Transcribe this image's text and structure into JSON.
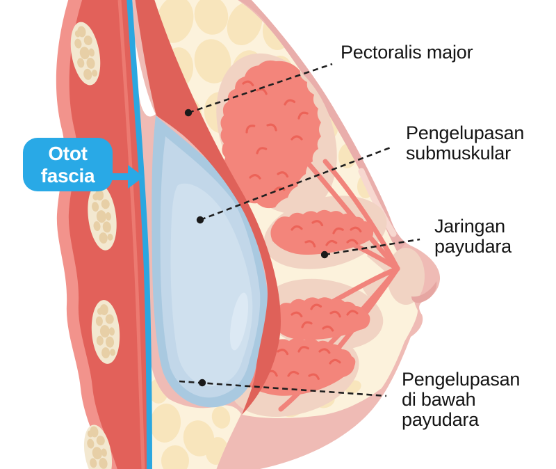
{
  "figure_type": "breast-implant-placement-anatomy-diagram",
  "badge": {
    "lines": [
      "Otot",
      "fascia"
    ]
  },
  "labels": {
    "pectoralis": "Pectoralis major",
    "submuscular": "Pengelupasan submuskular",
    "breast_tissue": "Jaringan payudara",
    "submammary": "Pengelupasan di bawah payudara"
  },
  "colors": {
    "badge_blue": "#29A9E6",
    "fascia_line_blue": "#2BA7E0",
    "muscle_red": "#E2615A",
    "muscle_light": "#F2938C",
    "rib_cream": "#F3E8D0",
    "rib_pebble": "#E7CFA6",
    "fat_base": "#FCF2DC",
    "fat_lobule": "#F8E5BC",
    "gland_salmon": "#F3857B",
    "gland_stroke": "#EC6358",
    "duct_salmon": "#F1837B",
    "dusty_pink": "#F1D3C3",
    "skin_dark": "#E9AEAB",
    "skin_light": "#EFBBB5",
    "implant_outer": "#A9C9E0",
    "implant_mid": "#C2D7E9",
    "implant_light": "#CFE0EE",
    "label_text": "#141414"
  },
  "illustration_parts": [
    "chest-wall-muscle",
    "rib-bones",
    "muscle-fascia-line",
    "pectoralis-major-muscle",
    "breast-implant",
    "fat-tissue",
    "mammary-glands",
    "milk-ducts",
    "nipple",
    "skin"
  ]
}
